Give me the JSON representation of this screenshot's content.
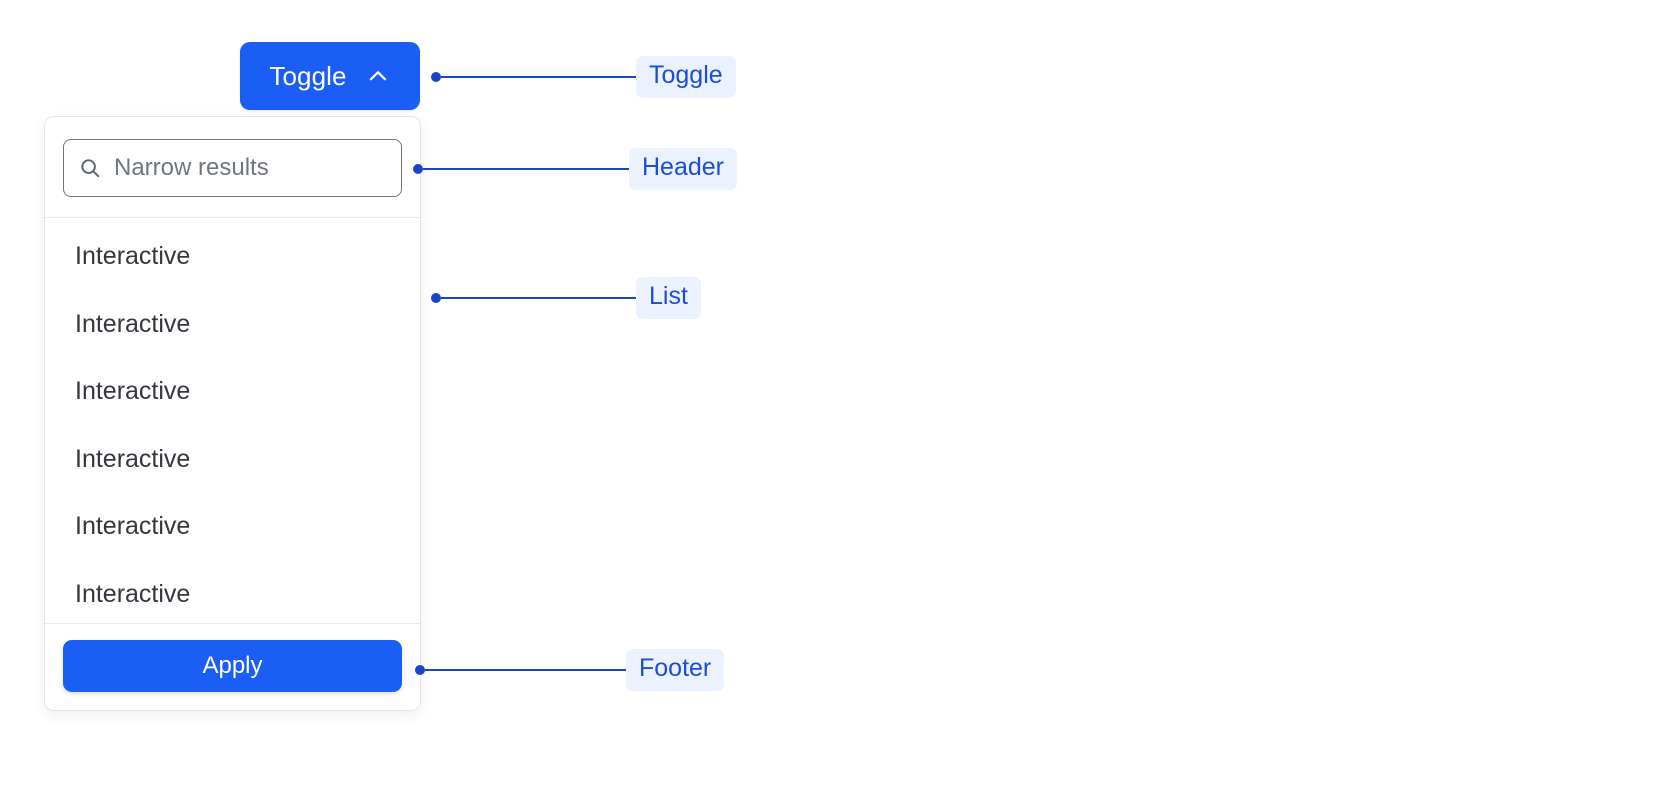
{
  "colors": {
    "primary_blue": "#1a5ef5",
    "annotation_line": "#1846c8",
    "annotation_pill_bg": "#ebf1fd",
    "annotation_pill_text": "#1b4ed8",
    "panel_border": "#e3e5e8",
    "divider": "#e7e9ec",
    "list_text": "#34373d",
    "placeholder_text": "#70767f",
    "input_border": "#6f7680",
    "page_bg": "#ffffff"
  },
  "toggle": {
    "label": "Toggle",
    "icon": "chevron-up-icon",
    "expanded": true
  },
  "panel": {
    "header": {
      "search": {
        "icon": "search-icon",
        "value": "",
        "placeholder": "Narrow results"
      }
    },
    "list": {
      "items": [
        {
          "label": "Interactive"
        },
        {
          "label": "Interactive"
        },
        {
          "label": "Interactive"
        },
        {
          "label": "Interactive"
        },
        {
          "label": "Interactive"
        },
        {
          "label": "Interactive"
        }
      ]
    },
    "footer": {
      "apply_label": "Apply"
    }
  },
  "annotations": [
    {
      "id": "toggle",
      "label": "Toggle"
    },
    {
      "id": "header",
      "label": "Header"
    },
    {
      "id": "list",
      "label": "List"
    },
    {
      "id": "footer",
      "label": "Footer"
    }
  ]
}
